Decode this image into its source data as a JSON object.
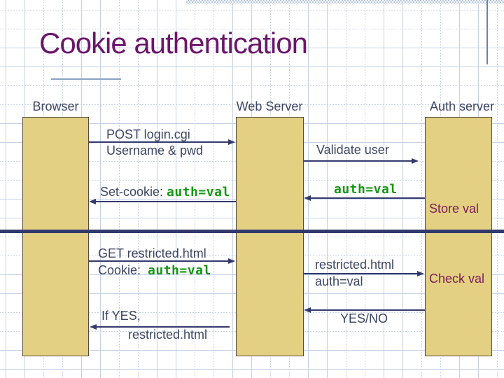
{
  "slide": {
    "title": "Cookie authentication"
  },
  "actors": {
    "browser": "Browser",
    "web_server": "Web Server",
    "auth_server": "Auth server"
  },
  "messages": {
    "post": {
      "line1": "POST login.cgi",
      "line2": "Username & pwd"
    },
    "validate": "Validate user",
    "auth_val_return": "auth=val",
    "store_val": "Store val",
    "set_cookie": {
      "prefix": "Set-cookie: ",
      "value": "auth=val"
    },
    "get_request": {
      "line1": "GET restricted.html",
      "prefix": "Cookie:  ",
      "value": "auth=val"
    },
    "forward": {
      "line1": "restricted.html",
      "line2": "auth=val"
    },
    "check_val": "Check val",
    "yes_no": "YES/NO",
    "if_yes": {
      "line1": "If YES,",
      "line2": "restricted.html"
    }
  },
  "colors": {
    "title": "#6b166b",
    "body_text": "#3d4564",
    "arrow": "#333a6e",
    "code_green": "#169616",
    "annotation_maroon": "#7b2058",
    "actor_box_fill": "#e4d083",
    "actor_box_border": "#5a4a3c",
    "grid": "#c3cfe3",
    "top_bar": "#b3c5dc",
    "accent_line": "#8ba2c6"
  }
}
